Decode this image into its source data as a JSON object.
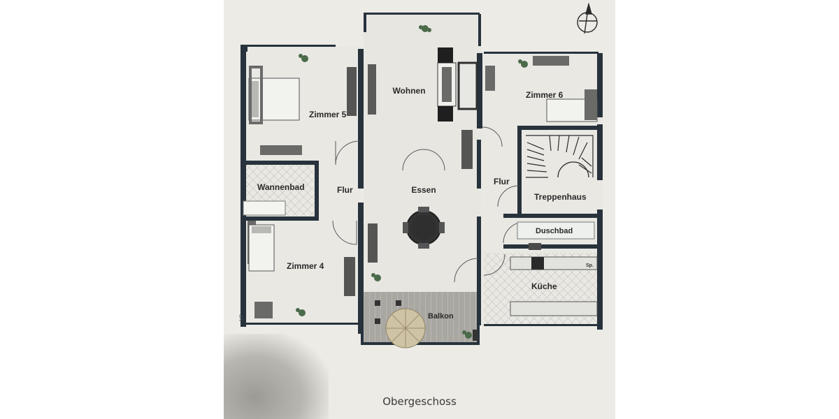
{
  "plan": {
    "caption": "Obergeschoss",
    "watermark": "VP",
    "rooms": {
      "wohnen": "Wohnen",
      "zimmer5": "Zimmer 5",
      "zimmer6": "Zimmer 6",
      "wannenbad": "Wannenbad",
      "flur_left": "Flur",
      "essen": "Essen",
      "flur_right": "Flur",
      "treppenhaus": "Treppenhaus",
      "duschbad": "Duschbad",
      "zimmer4": "Zimmer 4",
      "kueche": "Küche",
      "balkon": "Balkon"
    },
    "kitchen_tag": "Sp."
  },
  "colors": {
    "wall": "#27323c",
    "floor": "#e9e8e3",
    "tile": "#d9d8d3",
    "balcony": "#a8a6a1",
    "furniture": "#3d3d3d",
    "plant": "#4b6a4a"
  },
  "icons": [
    "north-arrow-icon",
    "plant-icon",
    "bed-icon",
    "sofa-icon",
    "table-icon",
    "umbrella-icon",
    "staircase-icon"
  ]
}
